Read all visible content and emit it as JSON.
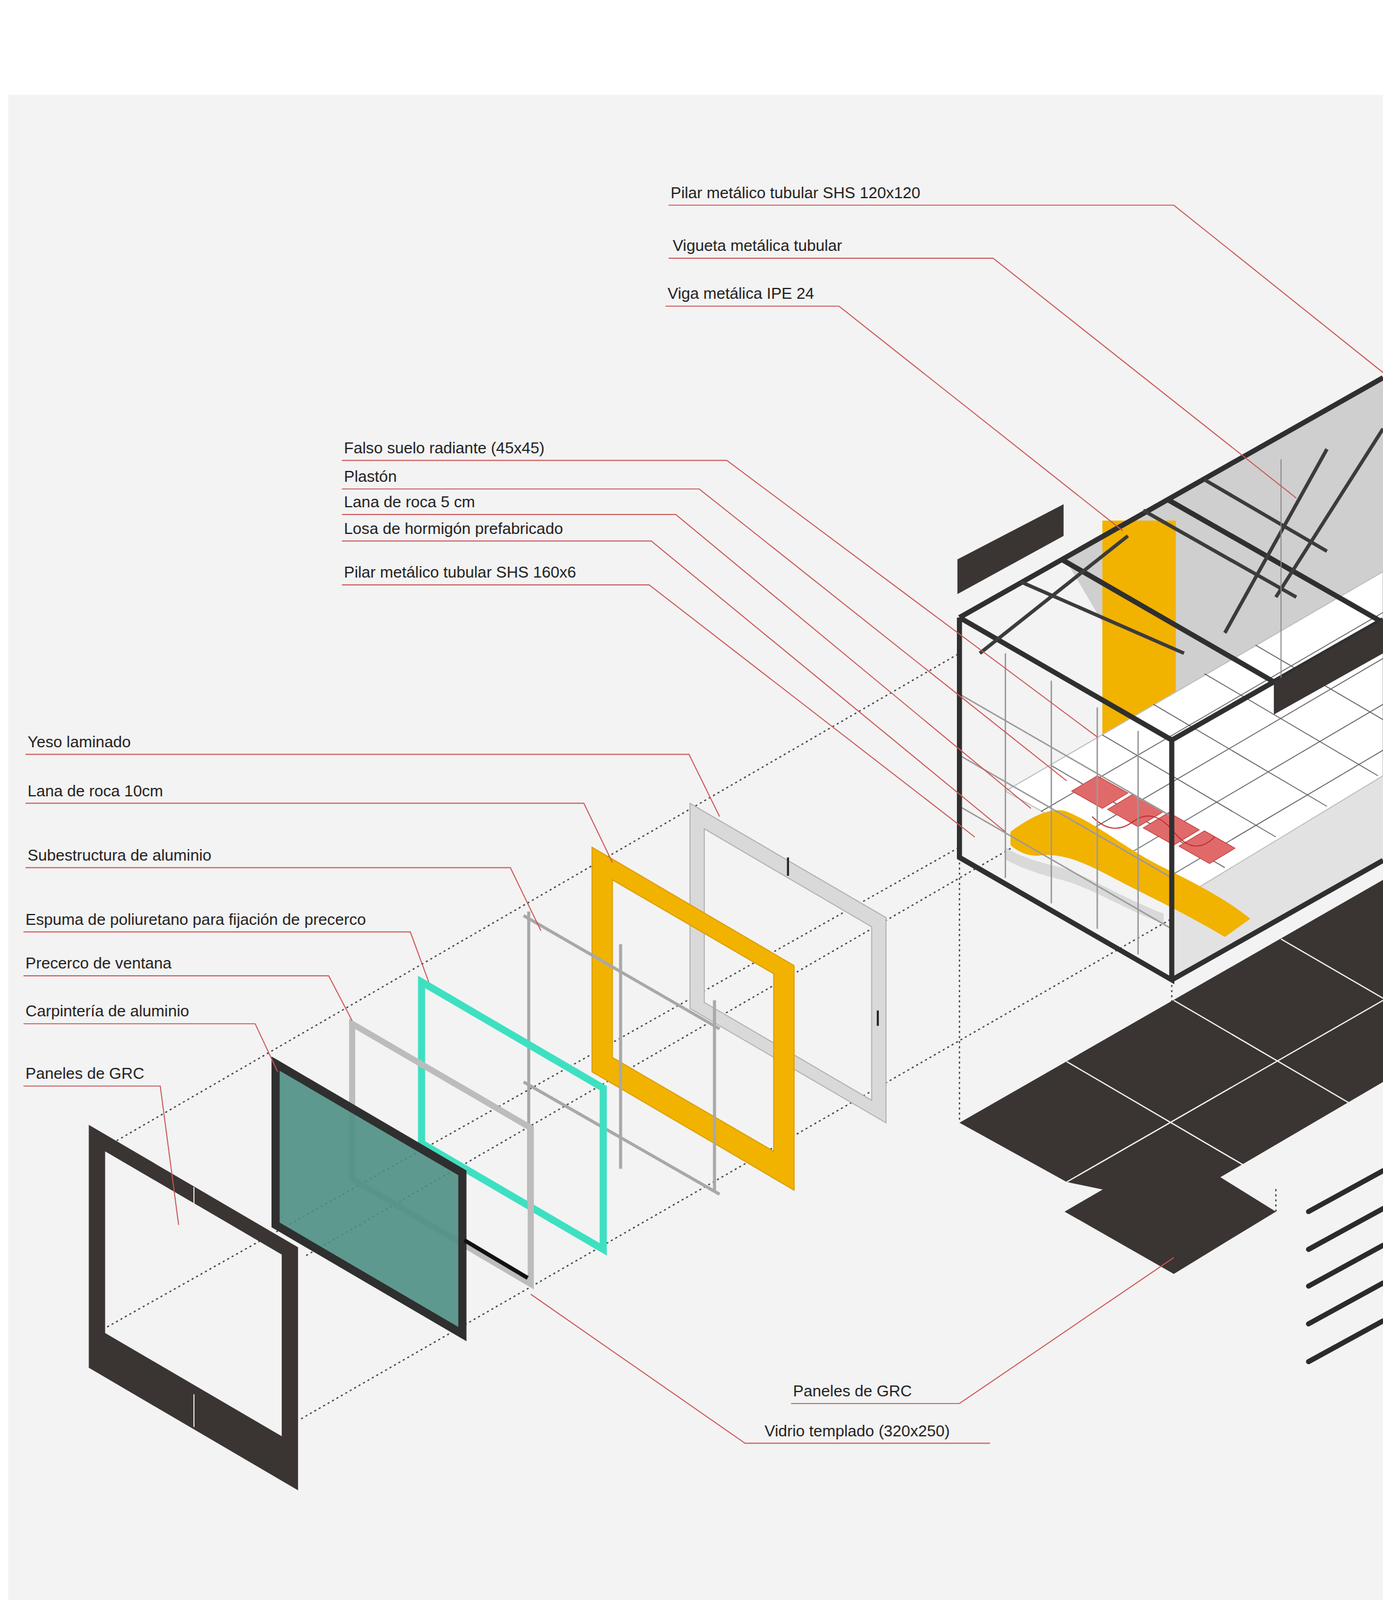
{
  "diagram": {
    "labels": [
      "Pilar metálico tubular SHS 120x120",
      "Vigueta metálica tubular",
      "Viga metálica IPE 24",
      "Falso suelo radiante (45x45)",
      "Plastón",
      "Lana de roca 5 cm",
      "Losa de hormigón prefabricado",
      "Pilar metálico tubular SHS 160x6",
      "Yeso laminado",
      "Lana de roca 10cm",
      "Subestructura de aluminio",
      "Espuma de poliuretano para fijación de precerco",
      "Precerco de ventana",
      "Carpintería de aluminio",
      "Paneles de GRC",
      "Paneles de GRC",
      "Vidrio templado (320x250)"
    ]
  }
}
